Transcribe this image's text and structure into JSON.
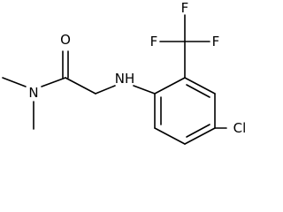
{
  "atoms": {
    "oxygen": "O",
    "amide_nitrogen": "N",
    "amine": "NH",
    "chlorine": "Cl",
    "fluorine_1": "F",
    "fluorine_2": "F",
    "fluorine_3": "F"
  }
}
